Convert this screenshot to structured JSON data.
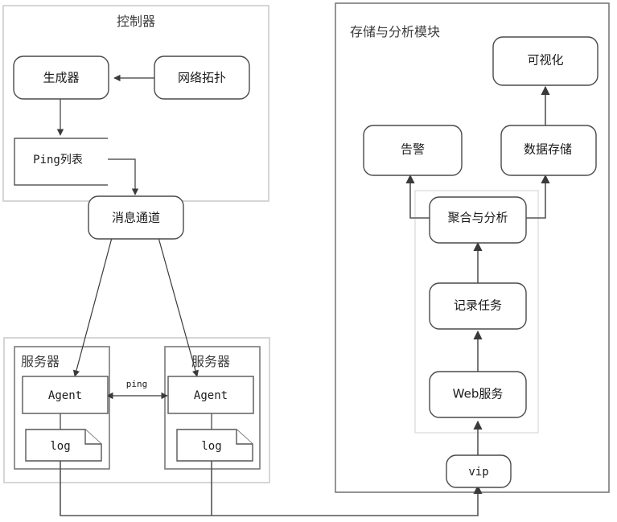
{
  "diagram": {
    "title": "",
    "groups": [
      {
        "id": "controller",
        "label": "控制器"
      },
      {
        "id": "storage-analysis",
        "label": "存储与分析模块"
      },
      {
        "id": "server-left",
        "label": "服务器"
      },
      {
        "id": "server-right",
        "label": "服务器"
      },
      {
        "id": "server-outer",
        "label": ""
      },
      {
        "id": "pipeline-inner",
        "label": ""
      }
    ],
    "nodes": [
      {
        "id": "generator",
        "label": "生成器",
        "shape": "rounded"
      },
      {
        "id": "network-topology",
        "label": "网络拓扑",
        "shape": "rounded"
      },
      {
        "id": "ping-list",
        "label": "Ping列表",
        "shape": "open-rect"
      },
      {
        "id": "message-channel",
        "label": "消息通道",
        "shape": "rounded"
      },
      {
        "id": "agent-left",
        "label": "Agent",
        "shape": "rect"
      },
      {
        "id": "agent-right",
        "label": "Agent",
        "shape": "rect"
      },
      {
        "id": "log-left",
        "label": "log",
        "shape": "document"
      },
      {
        "id": "log-right",
        "label": "log",
        "shape": "document"
      },
      {
        "id": "visualization",
        "label": "可视化",
        "shape": "rounded"
      },
      {
        "id": "alarm",
        "label": "告警",
        "shape": "rounded"
      },
      {
        "id": "data-storage",
        "label": "数据存储",
        "shape": "rounded"
      },
      {
        "id": "aggregate-analyze",
        "label": "聚合与分析",
        "shape": "rounded"
      },
      {
        "id": "record-task",
        "label": "记录任务",
        "shape": "rounded"
      },
      {
        "id": "web-service",
        "label": "Web服务",
        "shape": "rounded"
      },
      {
        "id": "vip",
        "label": "vip",
        "shape": "rounded"
      }
    ],
    "edges": [
      {
        "id": "topology-to-generator",
        "from": "network-topology",
        "to": "generator",
        "label": ""
      },
      {
        "id": "generator-to-pinglist",
        "from": "generator",
        "to": "ping-list",
        "label": ""
      },
      {
        "id": "pinglist-to-channel",
        "from": "ping-list",
        "to": "message-channel",
        "label": ""
      },
      {
        "id": "channel-to-agent-left",
        "from": "message-channel",
        "to": "agent-left",
        "label": ""
      },
      {
        "id": "channel-to-agent-right",
        "from": "message-channel",
        "to": "agent-right",
        "label": ""
      },
      {
        "id": "agent-ping-agent",
        "from": "agent-left",
        "to": "agent-right",
        "label": "ping"
      },
      {
        "id": "agent-left-to-log",
        "from": "agent-left",
        "to": "log-left",
        "label": ""
      },
      {
        "id": "agent-right-to-log",
        "from": "agent-right",
        "to": "log-right",
        "label": ""
      },
      {
        "id": "log-left-to-vip",
        "from": "log-left",
        "to": "vip",
        "label": ""
      },
      {
        "id": "log-right-to-vip",
        "from": "log-right",
        "to": "vip",
        "label": ""
      },
      {
        "id": "vip-to-webservice",
        "from": "vip",
        "to": "web-service",
        "label": ""
      },
      {
        "id": "webservice-to-recordtask",
        "from": "web-service",
        "to": "record-task",
        "label": ""
      },
      {
        "id": "recordtask-to-aggregate",
        "from": "record-task",
        "to": "aggregate-analyze",
        "label": ""
      },
      {
        "id": "aggregate-to-alarm",
        "from": "aggregate-analyze",
        "to": "alarm",
        "label": ""
      },
      {
        "id": "aggregate-to-datastorage",
        "from": "aggregate-analyze",
        "to": "data-storage",
        "label": ""
      },
      {
        "id": "datastorage-to-visualization",
        "from": "data-storage",
        "to": "visualization",
        "label": ""
      }
    ],
    "colors": {
      "background": "#ffffff",
      "panel_border": "#d6d6d6",
      "node_border": "#4a4a4a",
      "edge": "#555555",
      "text": "#1a1a1a",
      "group_label": "#3d3d3d"
    }
  }
}
